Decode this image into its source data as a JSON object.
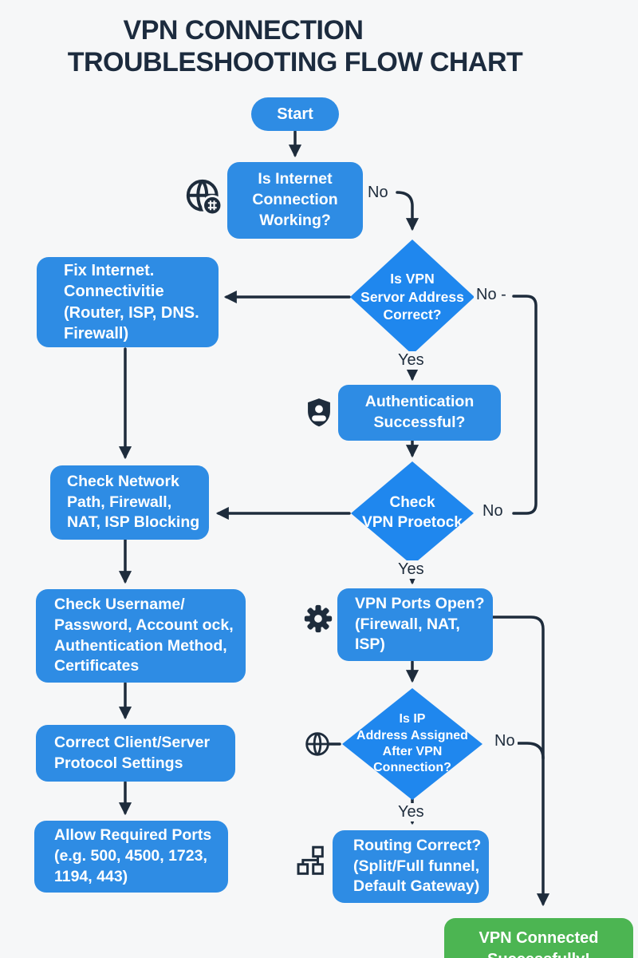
{
  "colors": {
    "node_blue": "#2e8ce4",
    "diamond_blue": "#1f87ee",
    "success_green": "#4cb552",
    "ink": "#1e2c3c",
    "bg": "#f6f7f8"
  },
  "title": {
    "line1": "VPN CONNECTION",
    "line2": "TROUBLESHOOTING FLOW CHART"
  },
  "nodes": {
    "start": "Start",
    "internet_check": "Is Internet\nConnection\nWorking?",
    "fix_internet": "Fix Internet.\nConnectivitie\n(Router, ISP, DNS.\nFirewall)",
    "server_address": "Is VPN\nServor Address\nCorrect?",
    "auth": "Authentication\nSuccessful?",
    "protocol_check": "Check\nVPN Proetock",
    "network_path": "Check Network\nPath, Firewall,\nNAT, ISP Blocking",
    "credentials": "Check Username/\nPassword, Account ock,\nAuthentication Method,\nCertificates",
    "client_server": "Correct Client/Server\nProtocol Settings",
    "ports_open": "VPN Ports Open?\n(Firewall, NAT,\nISP)",
    "allow_ports": "Allow Required Ports\n(e.g. 500, 4500, 1723,\n1194, 443)",
    "ip_assigned": "Is IP\nAddress Assigned\nAfter VPN\nConnection?",
    "routing": "Routing Correct?\n(Split/Full funnel,\nDefault Gateway)",
    "connected": "VPN Connected\nSuccessfully!"
  },
  "edge_labels": {
    "internet_no": "No",
    "server_no": "No -",
    "server_yes": "Yes",
    "protocol_no": "No",
    "protocol_yes": "Yes",
    "ip_no": "No",
    "ip_yes": "Yes"
  },
  "icons": {
    "globe_badge": "globe-icon",
    "user_shield": "user-shield-icon",
    "gear": "gear-icon",
    "globe": "globe-icon",
    "network": "network-icon"
  }
}
